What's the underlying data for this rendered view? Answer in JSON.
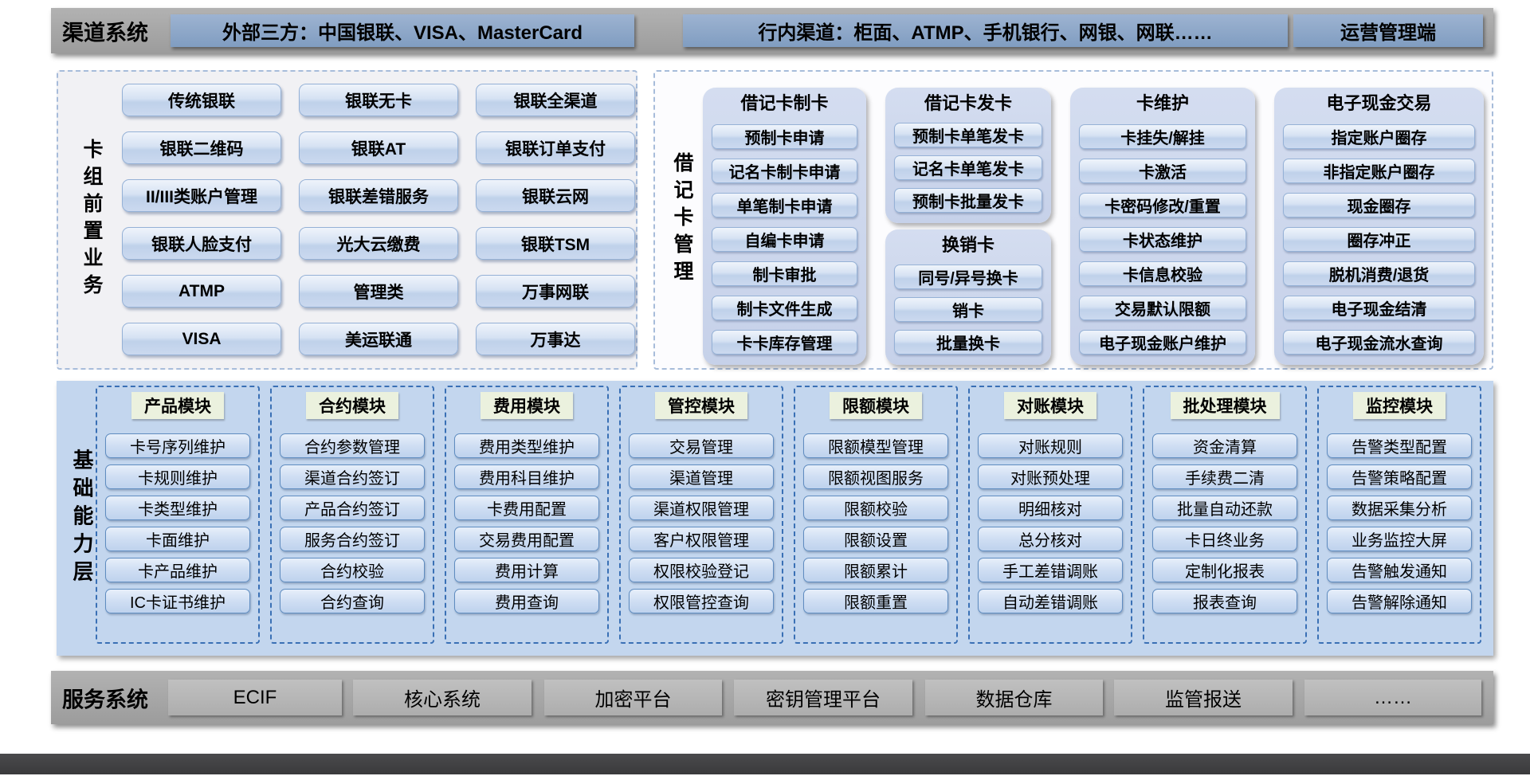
{
  "colors": {
    "bar_gray": "#a6a6a6",
    "channel_box_blue": "#8ca6c6",
    "button_blue": "#c9d9ef",
    "group_bg": "#ccd6ec",
    "base_layer_bg": "#c3d6ee",
    "module_header_green": "#ebf1de",
    "dashed_border_blue": "#3a70b5",
    "taskbar_dark": "#414143"
  },
  "channel_bar": {
    "label": "渠道系统",
    "boxes": [
      "外部三方：中国银联、VISA、MasterCard",
      "行内渠道：柜面、ATMP、手机银行、网银、网联……",
      "运营管理端"
    ]
  },
  "card_front": {
    "label": "卡组前置业务",
    "items": [
      "传统银联",
      "银联无卡",
      "银联全渠道",
      "银联二维码",
      "银联AT",
      "银联订单支付",
      "II/III类账户管理",
      "银联差错服务",
      "银联云网",
      "银联人脸支付",
      "光大云缴费",
      "银联TSM",
      "ATMP",
      "管理类",
      "万事网联",
      "VISA",
      "美运联通",
      "万事达"
    ]
  },
  "debit_card": {
    "label": "借记卡管理",
    "groups": [
      {
        "title": "借记卡制卡",
        "items": [
          "预制卡申请",
          "记名卡制卡申请",
          "单笔制卡申请",
          "自编卡申请",
          "制卡审批",
          "制卡文件生成",
          "卡卡库存管理"
        ]
      },
      {
        "title": "借记卡发卡",
        "items": [
          "预制卡单笔发卡",
          "记名卡单笔发卡",
          "预制卡批量发卡"
        ]
      },
      {
        "title": "换销卡",
        "items": [
          "同号/异号换卡",
          "销卡",
          "批量换卡"
        ]
      },
      {
        "title": "卡维护",
        "items": [
          "卡挂失/解挂",
          "卡激活",
          "卡密码修改/重置",
          "卡状态维护",
          "卡信息校验",
          "交易默认限额",
          "电子现金账户维护"
        ]
      },
      {
        "title": "电子现金交易",
        "items": [
          "指定账户圈存",
          "非指定账户圈存",
          "现金圈存",
          "圈存冲正",
          "脱机消费/退货",
          "电子现金结清",
          "电子现金流水查询"
        ]
      }
    ]
  },
  "base_layer": {
    "label": "基础能力层",
    "modules": [
      {
        "title": "产品模块",
        "items": [
          "卡号序列维护",
          "卡规则维护",
          "卡类型维护",
          "卡面维护",
          "卡产品维护",
          "IC卡证书维护"
        ]
      },
      {
        "title": "合约模块",
        "items": [
          "合约参数管理",
          "渠道合约签订",
          "产品合约签订",
          "服务合约签订",
          "合约校验",
          "合约查询"
        ]
      },
      {
        "title": "费用模块",
        "items": [
          "费用类型维护",
          "费用科目维护",
          "卡费用配置",
          "交易费用配置",
          "费用计算",
          "费用查询"
        ]
      },
      {
        "title": "管控模块",
        "items": [
          "交易管理",
          "渠道管理",
          "渠道权限管理",
          "客户权限管理",
          "权限校验登记",
          "权限管控查询"
        ]
      },
      {
        "title": "限额模块",
        "items": [
          "限额模型管理",
          "限额视图服务",
          "限额校验",
          "限额设置",
          "限额累计",
          "限额重置"
        ]
      },
      {
        "title": "对账模块",
        "items": [
          "对账规则",
          "对账预处理",
          "明细核对",
          "总分核对",
          "手工差错调账",
          "自动差错调账"
        ]
      },
      {
        "title": "批处理模块",
        "items": [
          "资金清算",
          "手续费二清",
          "批量自动还款",
          "卡日终业务",
          "定制化报表",
          "报表查询"
        ]
      },
      {
        "title": "监控模块",
        "items": [
          "告警类型配置",
          "告警策略配置",
          "数据采集分析",
          "业务监控大屏",
          "告警触发通知",
          "告警解除通知"
        ]
      }
    ]
  },
  "service_bar": {
    "label": "服务系统",
    "boxes": [
      "ECIF",
      "核心系统",
      "加密平台",
      "密钥管理平台",
      "数据仓库",
      "监管报送",
      "……"
    ]
  }
}
